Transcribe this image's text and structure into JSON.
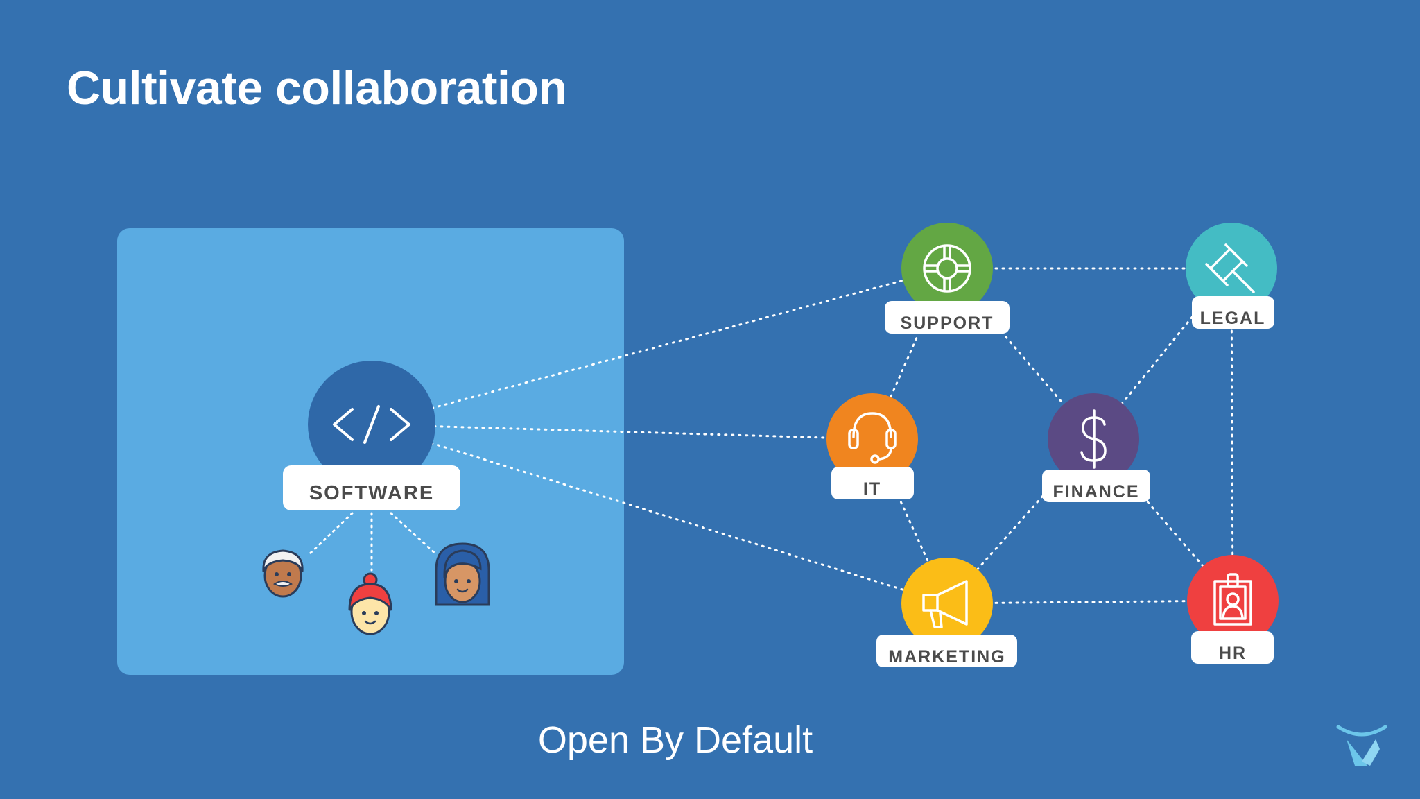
{
  "slide": {
    "title": "Cultivate collaboration",
    "subtitle": "Open By Default"
  },
  "colors": {
    "background": "#3471b0",
    "panel": "#5aabe2",
    "software": "#2f68a8",
    "support": "#63a744",
    "legal": "#44bcc4",
    "it": "#f0851f",
    "finance": "#5b4a84",
    "marketing": "#fbbd17",
    "hr": "#ef4040",
    "label_text": "#4b4b4b",
    "label_bg": "#ffffff"
  },
  "diagram": {
    "nodes": {
      "software": {
        "label": "SOFTWARE",
        "icon": "code-brackets-icon"
      },
      "support": {
        "label": "SUPPORT",
        "icon": "lifebuoy-icon"
      },
      "legal": {
        "label": "LEGAL",
        "icon": "gavel-icon"
      },
      "it": {
        "label": "IT",
        "icon": "headset-icon"
      },
      "finance": {
        "label": "FINANCE",
        "icon": "dollar-icon"
      },
      "marketing": {
        "label": "MARKETING",
        "icon": "megaphone-icon"
      },
      "hr": {
        "label": "HR",
        "icon": "id-badge-icon"
      }
    },
    "edges": [
      [
        "software",
        "support"
      ],
      [
        "software",
        "it"
      ],
      [
        "software",
        "marketing"
      ],
      [
        "support",
        "legal"
      ],
      [
        "support",
        "it"
      ],
      [
        "support",
        "finance"
      ],
      [
        "legal",
        "finance"
      ],
      [
        "legal",
        "hr"
      ],
      [
        "it",
        "marketing"
      ],
      [
        "finance",
        "marketing"
      ],
      [
        "finance",
        "hr"
      ],
      [
        "marketing",
        "hr"
      ]
    ],
    "team_members": [
      {
        "icon": "older-man-avatar-icon"
      },
      {
        "icon": "red-hair-woman-avatar-icon"
      },
      {
        "icon": "blue-hair-woman-avatar-icon"
      }
    ]
  },
  "logo": {
    "icon": "atlassian-logo-icon"
  }
}
